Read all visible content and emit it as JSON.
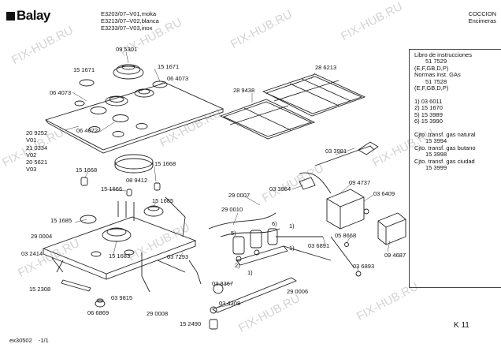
{
  "header": {
    "brand": "Balay",
    "models": [
      "E3203/07–V01,moka",
      "E3213/07–V02,blanca",
      "E3233/07–V03,inox"
    ],
    "category": "COCCION",
    "subcategory": "Encimeras"
  },
  "watermark": "FIX-HUB.RU",
  "side_panel": {
    "lines": [
      {
        "text": "Libro de instrucciones",
        "indent": false
      },
      {
        "text": "51 7529",
        "indent": true
      },
      {
        "text": "(E,F,GB,D,P)",
        "indent": false
      },
      {
        "text": "Normas inst. GAs",
        "indent": false
      },
      {
        "text": "51 7528",
        "indent": true
      },
      {
        "text": "(E,F,GB,D,P)",
        "indent": false
      },
      {
        "text": "",
        "indent": false
      },
      {
        "text": "1) 03 6011",
        "indent": false
      },
      {
        "text": "2) 15 1670",
        "indent": false
      },
      {
        "text": "5) 15 3989",
        "indent": false
      },
      {
        "text": "6) 15 3990",
        "indent": false
      },
      {
        "text": "",
        "indent": false
      },
      {
        "text": "Cjto. transf. gas natural",
        "indent": false
      },
      {
        "text": "15 3994",
        "indent": true
      },
      {
        "text": "Cjto. transf. gas butano",
        "indent": false
      },
      {
        "text": "15 3998",
        "indent": true
      },
      {
        "text": "Cjto. transf. gas ciudad",
        "indent": false
      },
      {
        "text": "15 3999",
        "indent": true
      }
    ]
  },
  "parts": {
    "p095301": "09 5301",
    "p151671a": "15 1671",
    "p151671b": "15 1671",
    "p064073a": "06 4073",
    "p064073b": "06 4073",
    "p064072": "06 4072",
    "p209252": "20 9252",
    "v01": "V01",
    "p210334": "21 0334",
    "v02": "V02",
    "p205621": "20 5621",
    "v03": "V03",
    "p286213": "28 6213",
    "p289438": "28 9438",
    "p151668a": "15 1668",
    "p151668b": "15 1668",
    "p089412": "08 9412",
    "p151666": "15 1666",
    "p151685a": "15 1685",
    "p151685b": "15 1685",
    "p151683": "15 1683",
    "p290004": "29 0004",
    "p032414": "03 2414",
    "p152308": "15 2308",
    "p037293": "03 7293",
    "p039815": "03 9815",
    "p066869": "06 6869",
    "p038367": "03 8367",
    "p034308": "03 4308",
    "p290008": "29 0008",
    "p152490": "15 2490",
    "p290006": "29 0006",
    "p290010": "29 0010",
    "p290007": "29 0007",
    "p033984": "03 3984",
    "p033981": "03 3981",
    "p094737": "09 4737",
    "p036409": "03 6409",
    "p058668": "05 8668",
    "p036891": "03 6891",
    "p036893": "03 6893",
    "p094687": "09 4687",
    "n5": "5)",
    "n6": "6)",
    "n1a": "1)",
    "n1b": "1)",
    "n2": "2)",
    "n1c": "1)"
  },
  "footer": {
    "code": "ex30502",
    "page": "-1/1",
    "sheet": "K 11"
  }
}
